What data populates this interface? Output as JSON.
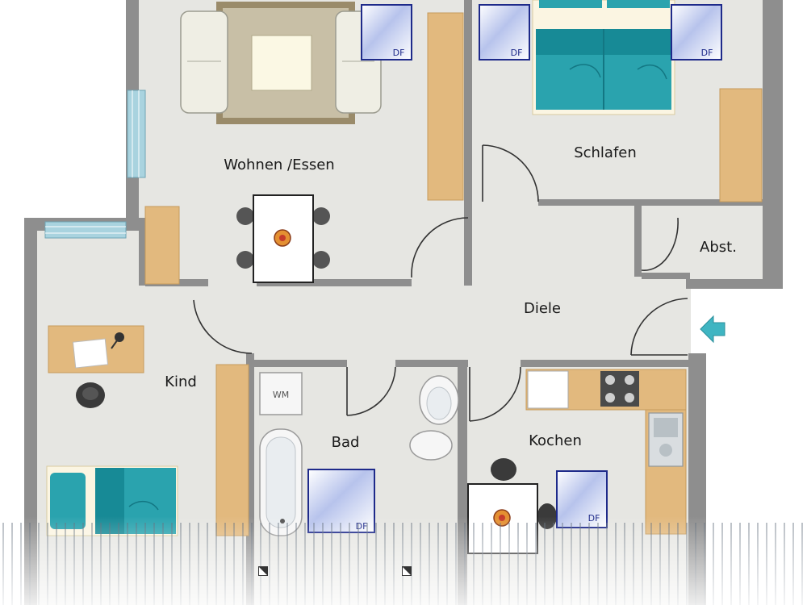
{
  "rooms": {
    "wohnen": "Wohnen /Essen",
    "schlafen": "Schlafen",
    "abst": "Abst.",
    "diele": "Diele",
    "kind": "Kind",
    "bad": "Bad",
    "kochen": "Kochen"
  },
  "fixtures": {
    "dachfenster": "DF",
    "waschmaschine": "WM"
  },
  "colors": {
    "wall": "#8e8e8e",
    "floor": "#e6e6e2",
    "cabinet": "#e2b97e",
    "textile": "#2aa3ae",
    "rug": "#9a8b6a",
    "window": "#a9d3df",
    "entrance_arrow": "#3fb5c2"
  }
}
